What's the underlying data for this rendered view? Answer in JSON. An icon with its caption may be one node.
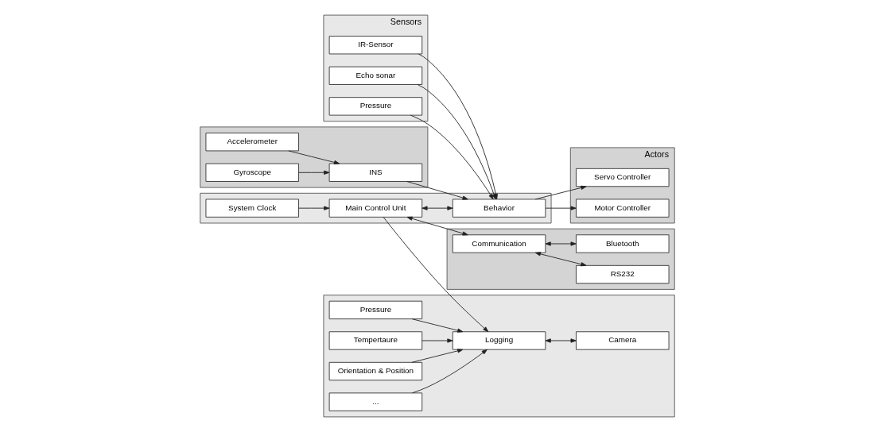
{
  "diagram": {
    "nodes": [
      {
        "text": [],
        "shape": "box"
      },
      {
        "text": [
          "System Clock"
        ],
        "in": 0
      },
      {
        "text": [
          "Main Control Unit"
        ],
        "in": 0
      },
      {
        "text": [
          "Behavior"
        ],
        "in": 0
      },
      {
        "text": [],
        "shape": "box"
      },
      {
        "text": [
          "Communication"
        ],
        "in": 4
      },
      {
        "text": [
          "RS232"
        ],
        "in": 4
      },
      {
        "text": [
          "Bluetooth"
        ],
        "in": 4
      },
      {
        "text": [],
        "shape": "box"
      },
      {
        "text": [
          "Logging"
        ],
        "in": 8
      },
      {
        "text": [
          "Camera"
        ],
        "in": 8
      },
      {
        "text": [
          "Pressure"
        ],
        "in": 8
      },
      {
        "text": [
          "Tempertaure"
        ],
        "in": 8
      },
      {
        "text": [
          "Orientation & Position"
        ],
        "in": 8
      },
      {
        "text": [
          "..."
        ],
        "in": 8
      },
      {
        "text": [],
        "shape": "box"
      },
      {
        "text": [
          "INS"
        ],
        "in": 15
      },
      {
        "text": [
          "Accelerometer"
        ],
        "in": 15
      },
      {
        "text": [
          "Gyroscope"
        ],
        "in": 15
      },
      {
        "text": [
          "Sensors"
        ]
      },
      {
        "text": [
          "IR-Sensor"
        ],
        "in": 19
      },
      {
        "text": [
          "Echo sonar"
        ],
        "in": 19
      },
      {
        "text": [
          "Pressure"
        ],
        "in": 19
      },
      {
        "text": [
          "Actors"
        ]
      },
      {
        "text": [
          "Servo Controller"
        ],
        "in": 23
      },
      {
        "text": [
          "Motor Controller"
        ],
        "in": 23
      }
    ],
    "edges": [
      {
        "from": 1,
        "to": 2,
        "arrow": "to"
      },
      {
        "from": 2,
        "to": 5,
        "arrow": "both"
      },
      {
        "from": 2,
        "to": 9,
        "arrow": "to"
      },
      {
        "from": 2,
        "to": 3,
        "arrow": "both"
      },
      {
        "from": 16,
        "to": 3,
        "arrow": "to"
      },
      {
        "from": 5,
        "to": 6,
        "arrow": "both"
      },
      {
        "from": 5,
        "to": 7,
        "arrow": "both"
      },
      {
        "from": 9,
        "to": 10,
        "arrow": "both"
      },
      {
        "from": 11,
        "to": 9,
        "arrow": "to"
      },
      {
        "from": 12,
        "to": 9,
        "arrow": "to"
      },
      {
        "from": 13,
        "to": 9,
        "arrow": "to"
      },
      {
        "from": 14,
        "to": 9,
        "arrow": "to"
      },
      {
        "from": 17,
        "to": 16,
        "arrow": "to"
      },
      {
        "from": 18,
        "to": 16,
        "arrow": "to"
      },
      {
        "from": 20,
        "to": 3,
        "arrow": "to"
      },
      {
        "from": 21,
        "to": 3,
        "arrow": "to"
      },
      {
        "from": 22,
        "to": 3,
        "arrow": "to"
      },
      {
        "from": 3,
        "to": 24,
        "arrow": "to"
      },
      {
        "from": 3,
        "to": 25,
        "arrow": "to"
      }
    ]
  }
}
